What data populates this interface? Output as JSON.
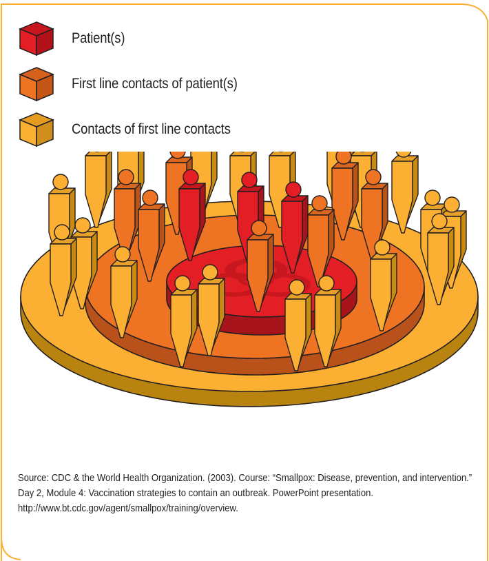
{
  "legend": {
    "items": [
      {
        "label": "Patient(s)",
        "color": "#e31e25",
        "side": "#b3121a",
        "top": "#c7161e"
      },
      {
        "label": "First line contacts of patient(s)",
        "color": "#ee7424",
        "side": "#c45617",
        "top": "#d5611c"
      },
      {
        "label": "Contacts of first line contacts",
        "color": "#fbb033",
        "side": "#d08e1c",
        "top": "#e49d22"
      }
    ]
  },
  "colors": {
    "frame": "#fbb033",
    "outer_disc": "#fbb033",
    "outer_disc_side": "#b8830f",
    "middle_disc": "#ee7424",
    "middle_disc_side": "#b8511a",
    "inner_disc": "#e31e25",
    "inner_disc_side": "#a8141b",
    "biohazard": "#c8171e",
    "outline": "#231f20"
  },
  "icons": {
    "center": "biohazard-icon",
    "figures": "person-icon"
  },
  "source": {
    "text": "Source: CDC & the World Health Organization. (2003). Course: “Smallpox: Disease, prevention, and intervention.” Day 2, Module 4: Vaccination strategies to contain an outbreak. PowerPoint presentation. http://www.bt.cdc.gov/agent/smallpox/training/overview."
  }
}
